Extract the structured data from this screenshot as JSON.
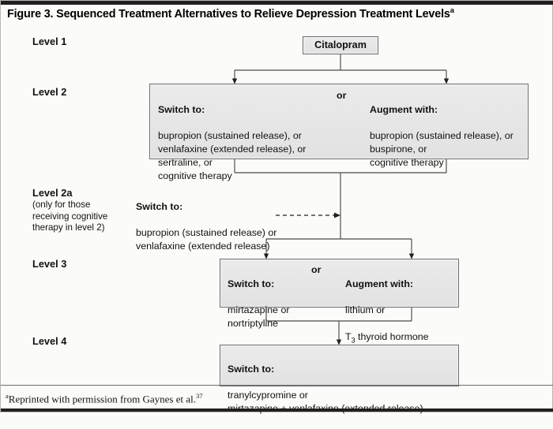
{
  "figure": {
    "title": "Figure 3. Sequenced Treatment Alternatives to Relieve Depression Treatment Levels",
    "title_superscript": "a",
    "footnote": "Reprinted with permission from Gaynes et al.",
    "footnote_marker": "a",
    "footnote_superscript": "37"
  },
  "levels": {
    "level1": {
      "label": "Level 1"
    },
    "level2": {
      "label": "Level 2"
    },
    "level2a": {
      "label": "Level 2a",
      "sub": "(only for those receiving cognitive therapy in level 2)"
    },
    "level3": {
      "label": "Level 3"
    },
    "level4": {
      "label": "Level 4"
    }
  },
  "nodes": {
    "citalopram": {
      "label": "Citalopram"
    },
    "level2": {
      "left": {
        "heading": "Switch to:",
        "body": "bupropion (sustained release), or\nvenlafaxine (extended release), or\nsertraline, or\ncognitive therapy"
      },
      "connector": "or",
      "right": {
        "heading": "Augment with:",
        "body": "bupropion (sustained release), or\nbuspirone, or\ncognitive therapy"
      }
    },
    "level2a": {
      "heading": "Switch to:",
      "body": "bupropion (sustained release) or\nvenlafaxine (extended release)"
    },
    "level3": {
      "left": {
        "heading": "Switch to:",
        "body": "mirtazapine or\nnortriptyline"
      },
      "connector": "or",
      "right": {
        "heading": "Augment with:",
        "body_line1": "lithium or",
        "body_line2_pre": "T",
        "body_line2_sub": "3",
        "body_line2_post": " thyroid hormone"
      }
    },
    "level4": {
      "heading": "Switch to:",
      "body": "tranylcypromine or\nmirtazapine + venlafaxine (extended release)"
    }
  },
  "colors": {
    "box_fill": "#e8e8e8",
    "box_border": "#6d6d6d",
    "rule": "#231f20",
    "page_background": "#fbfbf9",
    "text": "#111111"
  }
}
